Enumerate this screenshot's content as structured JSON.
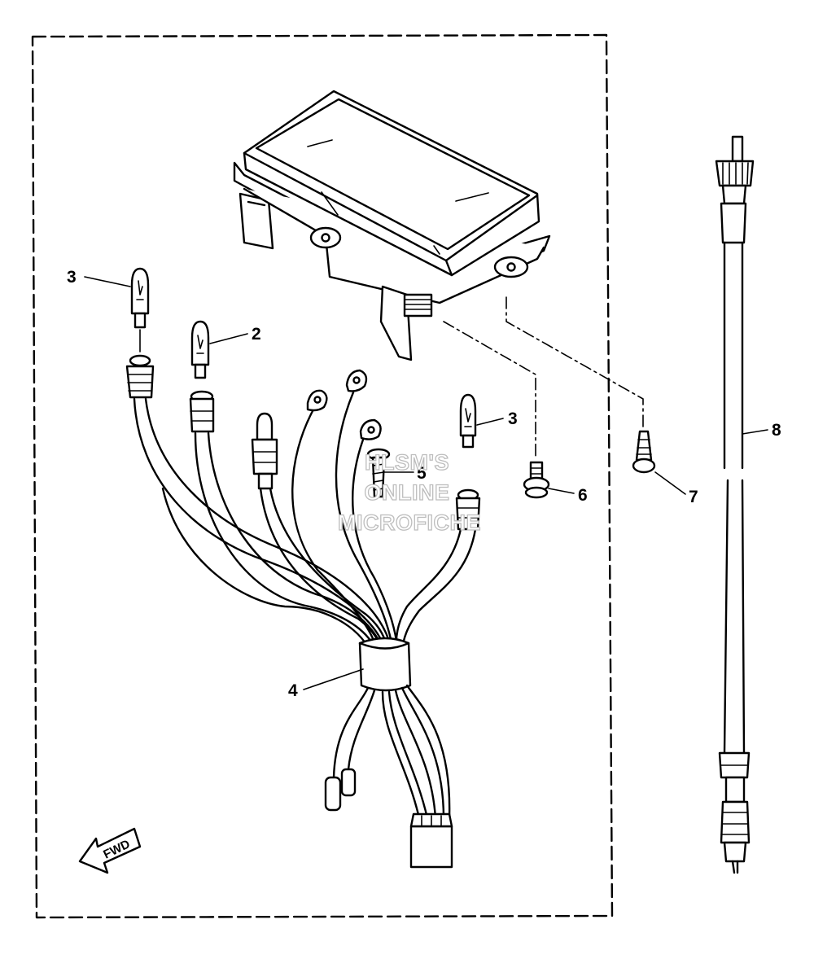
{
  "callouts": {
    "bulb_left": "3",
    "bulb_mid": "2",
    "bulb_right": "3",
    "harness": "4",
    "screw_long": "5",
    "screw_short": "6",
    "grommet": "7",
    "cable": "8"
  },
  "direction_arrow": "FWD",
  "watermark": {
    "line1": "HLSM'S",
    "line2": "ONLINE",
    "line3": "MICROFICHE"
  },
  "colors": {
    "ink": "#000000",
    "paper": "#ffffff",
    "watermark_outline": "#bdbdbd"
  }
}
